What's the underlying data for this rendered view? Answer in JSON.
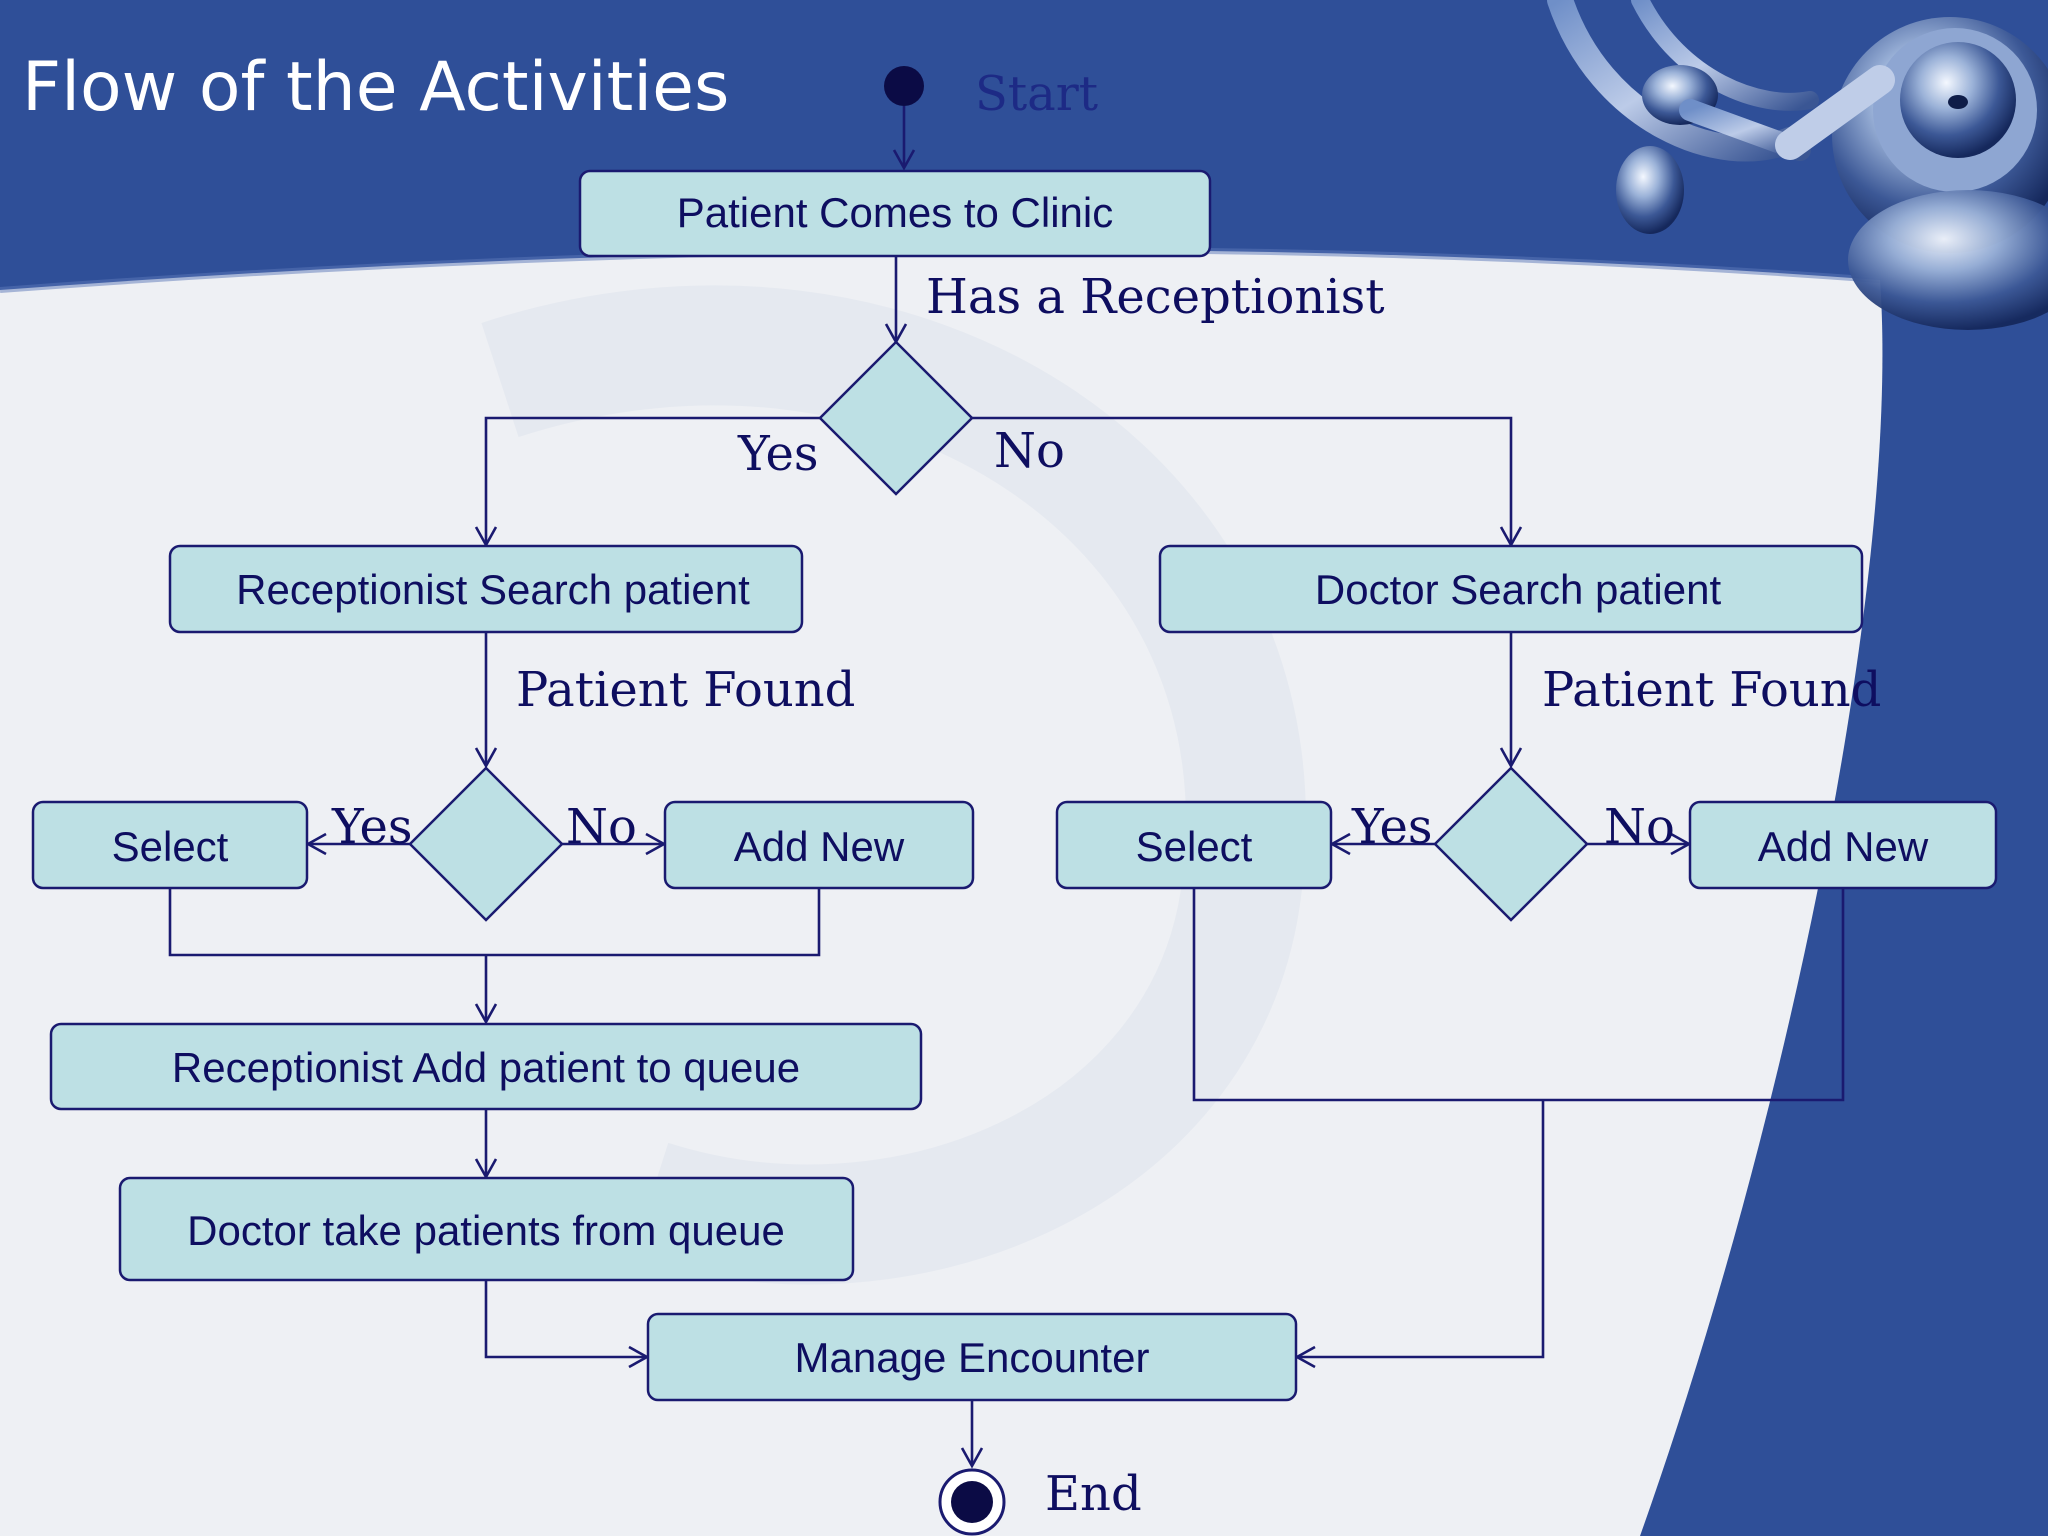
{
  "slide": {
    "title": "Flow of the Activities",
    "colors": {
      "dark_blue": "#2f4f98",
      "node_fill": "#bde0e4",
      "line": "#1a1a70"
    }
  },
  "diagram": {
    "start_label": "Start",
    "end_label": "End",
    "nodes": {
      "patient_comes": "Patient Comes to Clinic",
      "receptionist_search": "Receptionist Search patient",
      "doctor_search": "Doctor Search patient",
      "left_select": "Select",
      "left_add_new": "Add New",
      "right_select": "Select",
      "right_add_new": "Add New",
      "add_to_queue": "Receptionist Add patient to queue",
      "doctor_take": "Doctor take patients from queue",
      "manage_encounter": "Manage Encounter"
    },
    "edge_labels": {
      "has_receptionist": "Has a Receptionist",
      "top_yes": "Yes",
      "top_no": "No",
      "left_patient_found": "Patient Found",
      "right_patient_found": "Patient Found",
      "left_yes": "Yes",
      "left_no": "No",
      "right_yes": "Yes",
      "right_no": "No"
    }
  }
}
